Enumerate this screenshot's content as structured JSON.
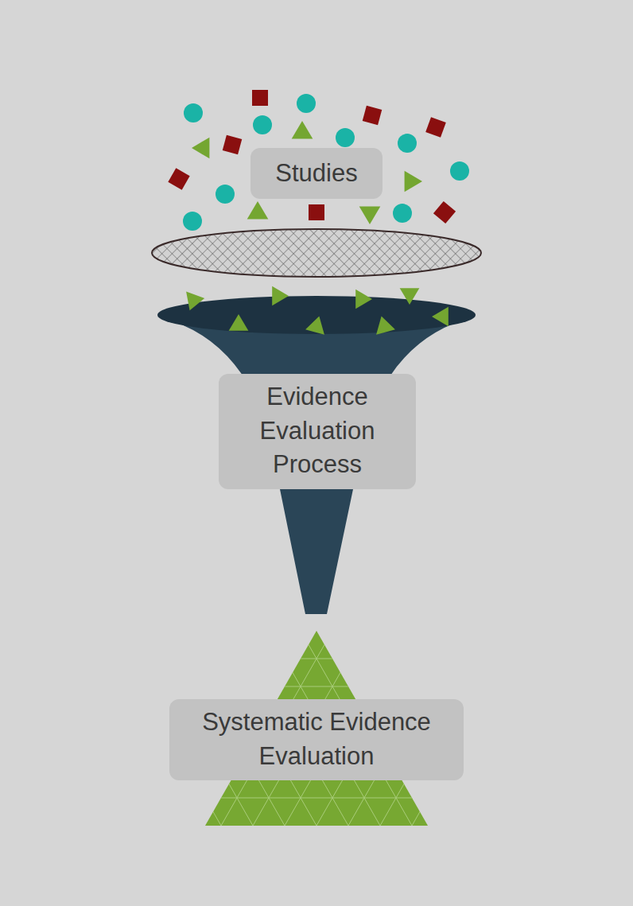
{
  "diagram": {
    "nodes": [
      {
        "text": [
          "Studies"
        ]
      },
      {
        "text": [
          "Evidence Evaluation Process"
        ]
      },
      {
        "text": [
          "Systematic Evidence Evaluation"
        ]
      }
    ]
  }
}
